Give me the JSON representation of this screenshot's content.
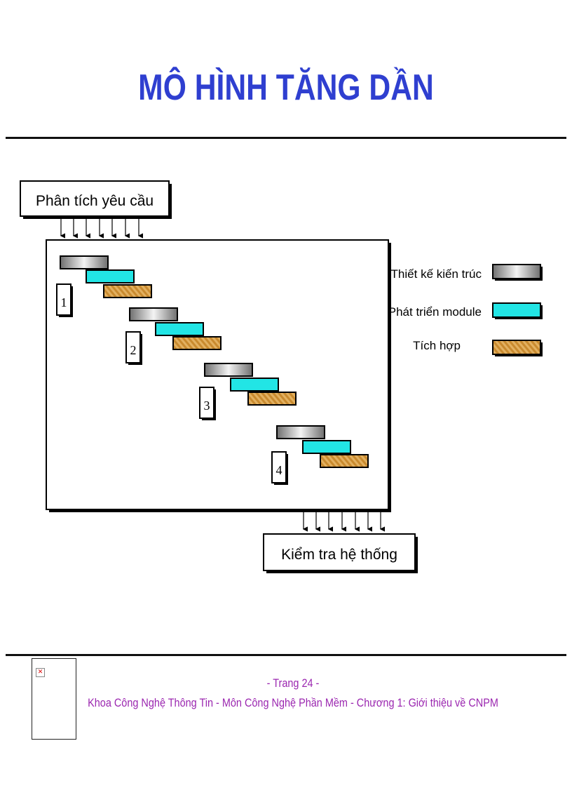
{
  "title": "MÔ HÌNH TĂNG DẦN",
  "diagram": {
    "top_box": "Phân tích yêu cầu",
    "bottom_box": "Kiểm tra hệ thống",
    "increments": [
      "1",
      "2",
      "3",
      "4"
    ],
    "legend": [
      {
        "label": "Thiết kế kiến trúc",
        "color": "#9a9a9a"
      },
      {
        "label": "Phát triển module",
        "color": "#22e5e5"
      },
      {
        "label": "Tích hợp",
        "color": "#c8862a"
      }
    ]
  },
  "footer": {
    "page": "- Trang 24 -",
    "line": "Khoa Công Nghệ Thông Tin - Môn Công Nghệ Phần Mềm - Chương 1: Giới thiệu về CNPM"
  },
  "colors": {
    "title": "#2f3fd0",
    "footer_text": "#9b27b0",
    "design_bar": "#9a9a9a",
    "develop_bar": "#22e5e5",
    "integrate_bar": "#c8862a"
  }
}
